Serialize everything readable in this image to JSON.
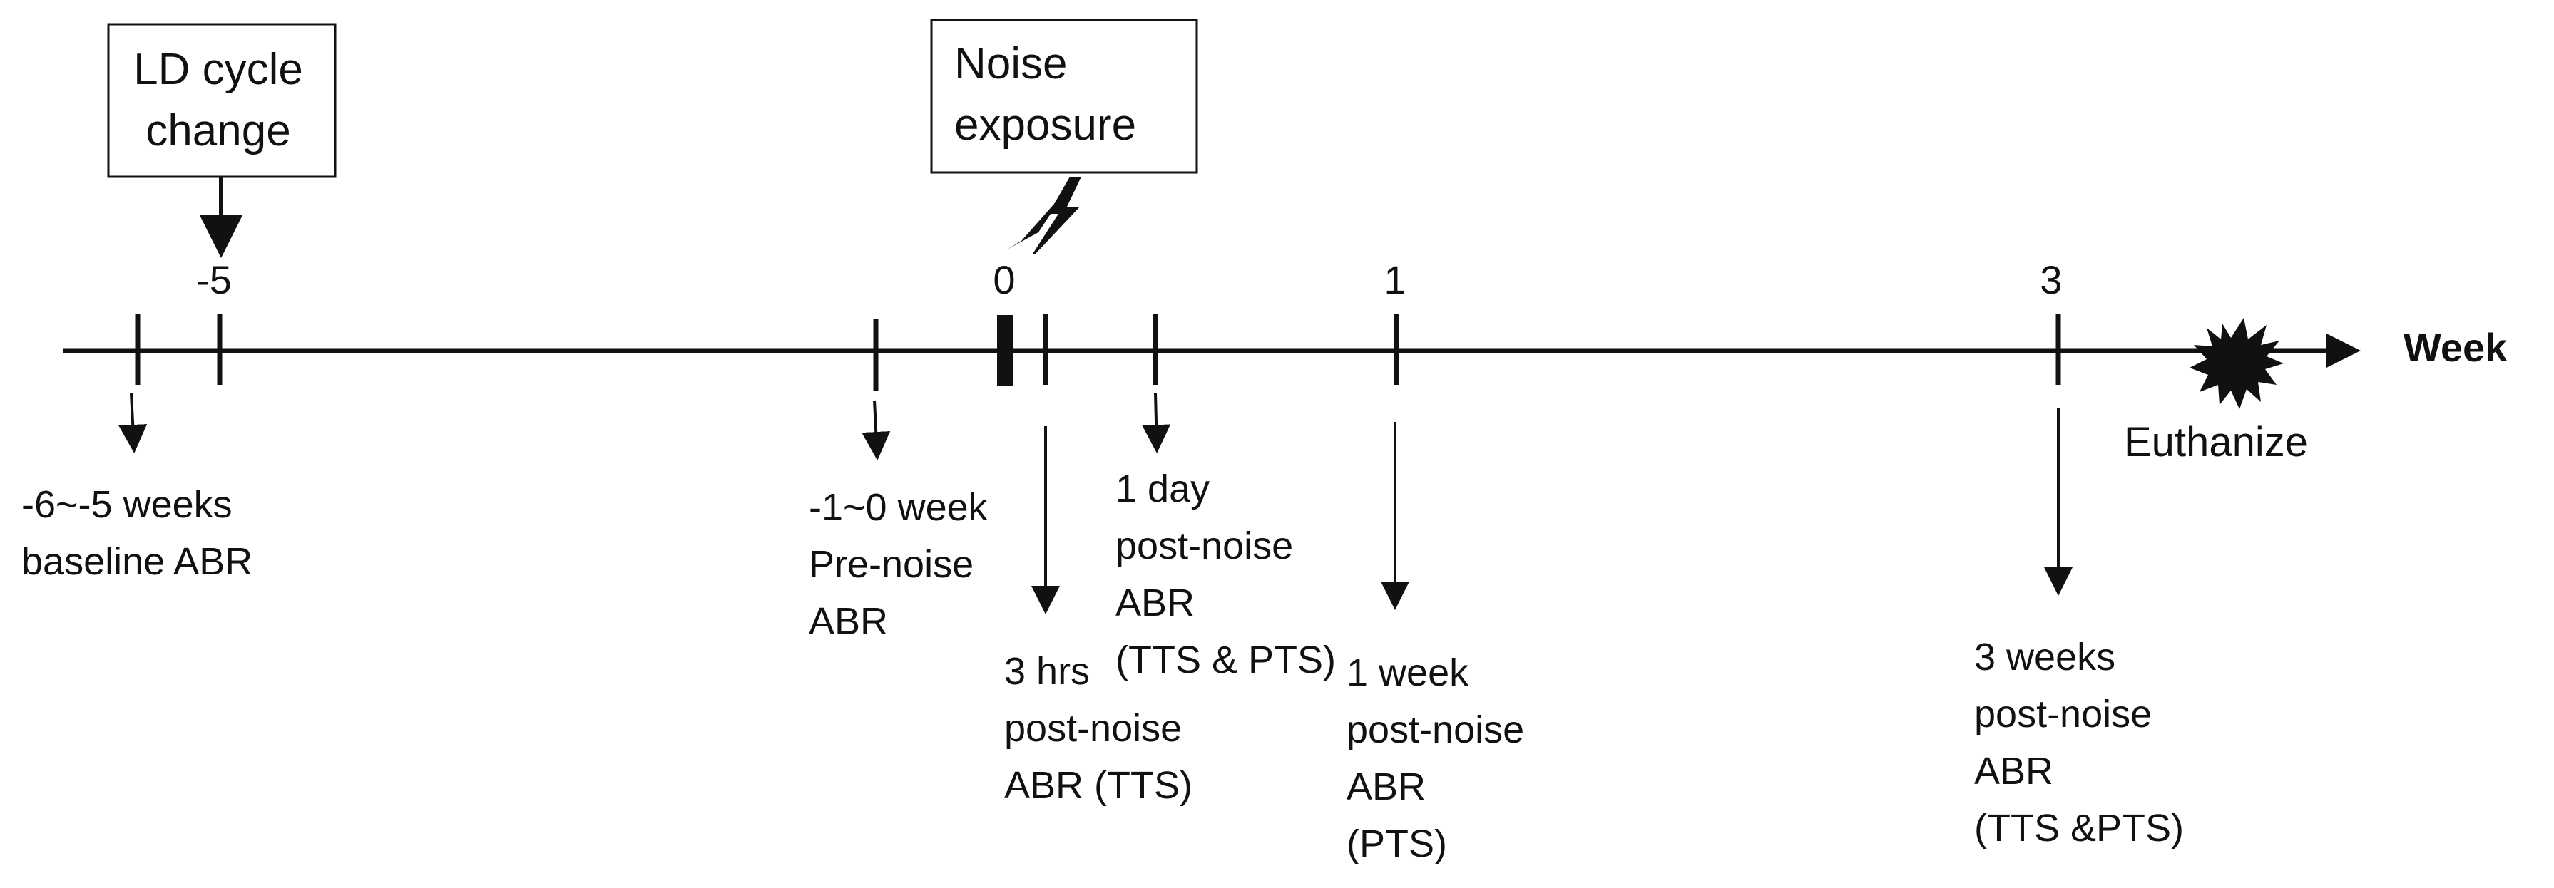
{
  "axis": {
    "unit_label": "Week"
  },
  "ticks": {
    "minus5": "-5",
    "zero": "0",
    "one": "1",
    "three": "3"
  },
  "boxes": {
    "ld": {
      "line1": "LD cycle",
      "line2": "change"
    },
    "noise": {
      "line1": "Noise",
      "line2": "exposure"
    }
  },
  "labels": {
    "baseline": {
      "line1": "-6~-5 weeks",
      "line2": "baseline ABR"
    },
    "prenoise": {
      "line1": "-1~0 week",
      "line2": "Pre-noise",
      "line3": "ABR"
    },
    "hrs3": {
      "line1": "3 hrs",
      "line2": "post-noise",
      "line3": "ABR (TTS)"
    },
    "day1": {
      "line1": "1 day",
      "line2": "post-noise",
      "line3": "ABR",
      "line4": "(TTS & PTS)"
    },
    "week1": {
      "line1": "1 week",
      "line2": "post-noise",
      "line3": "ABR",
      "line4": "(PTS)"
    },
    "weeks3": {
      "line1": "3 weeks",
      "line2": "post-noise",
      "line3": "ABR",
      "line4": "(TTS &PTS)"
    },
    "euthanize": "Euthanize"
  },
  "colors": {
    "ink": "#111111",
    "background": "#ffffff"
  },
  "icons": {
    "noise": "lightning-bolt-icon",
    "euthanize": "starburst-icon"
  }
}
